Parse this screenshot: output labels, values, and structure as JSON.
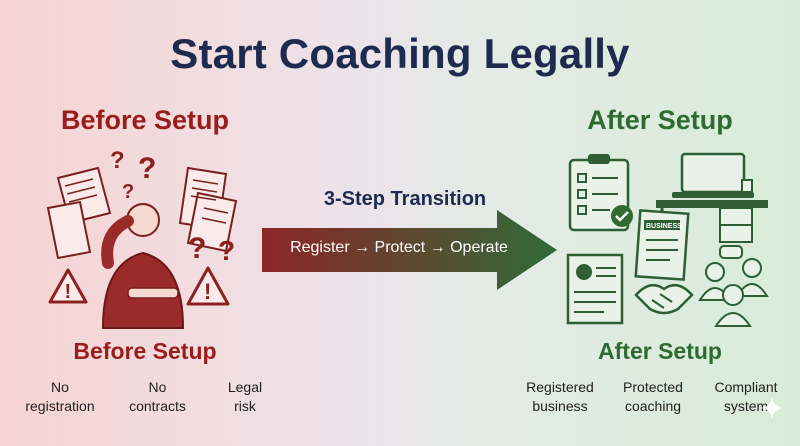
{
  "title": "Start Coaching Legally",
  "before": {
    "header": "Before Setup",
    "subheader": "Before Setup",
    "items": [
      "No\nregistration",
      "No\ncontracts",
      "Legal\nrisk"
    ]
  },
  "transition": {
    "title": "3-Step Transition",
    "steps_label": "Register → Protect → Operate",
    "arrow_gradient": [
      "#8c2626",
      "#2f6a3a"
    ]
  },
  "after": {
    "header": "After Setup",
    "subheader": "After Setup",
    "items": [
      "Registered\nbusiness",
      "Protected\ncoaching",
      "Compliant\nsystem"
    ],
    "document_label": "BUSINESS"
  },
  "colors": {
    "title": "#1e2b4f",
    "before_red": "#9b1c1c",
    "after_green": "#2f6a32"
  },
  "icons": [
    "question-mark-icon",
    "warning-icon",
    "document-icon",
    "checklist-icon",
    "laptop-icon",
    "handshake-icon",
    "people-icon",
    "sparkle-icon"
  ]
}
